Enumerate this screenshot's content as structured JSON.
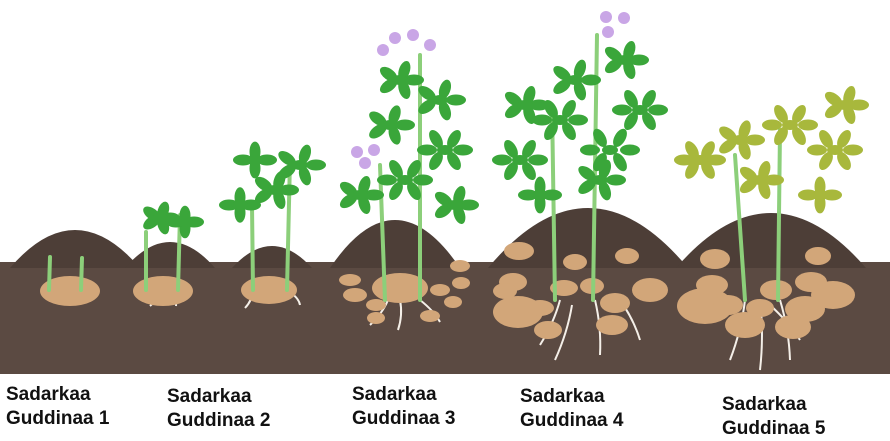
{
  "stages": [
    {
      "line1": "Sadarkaa",
      "line2": "Guddinaa 1"
    },
    {
      "line1": "Sadarkaa",
      "line2": "Guddinaa 2"
    },
    {
      "line1": "Sadarkaa",
      "line2": "Guddinaa 3"
    },
    {
      "line1": "Sadarkaa",
      "line2": "Guddinaa 4"
    },
    {
      "line1": "Sadarkaa",
      "line2": "Guddinaa 5"
    }
  ],
  "colors": {
    "soil": "#5b4a42",
    "soil_mound": "#4d3e37",
    "tuber": "#d2a679",
    "leaf": "#3aa63a",
    "leaf_yellow": "#a8b83c",
    "stem": "#8ccf7a",
    "flower": "#c9a6e6",
    "root": "#f4efe8"
  }
}
